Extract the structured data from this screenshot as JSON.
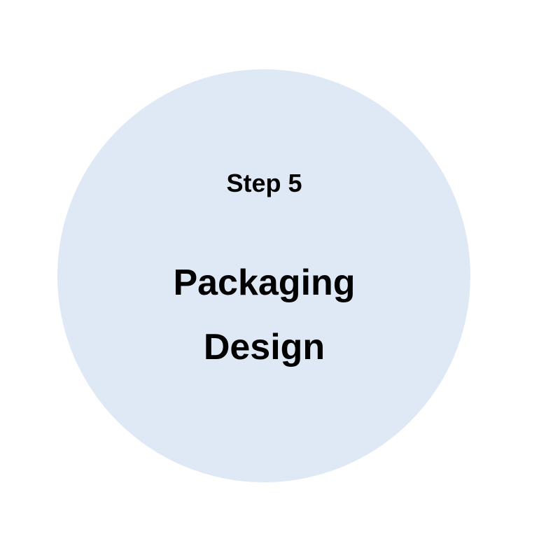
{
  "step": {
    "label": "Step 5",
    "title_line1": "Packaging",
    "title_line2": "Design",
    "fill_color": "#dee9f5",
    "text_color": "#000000"
  }
}
